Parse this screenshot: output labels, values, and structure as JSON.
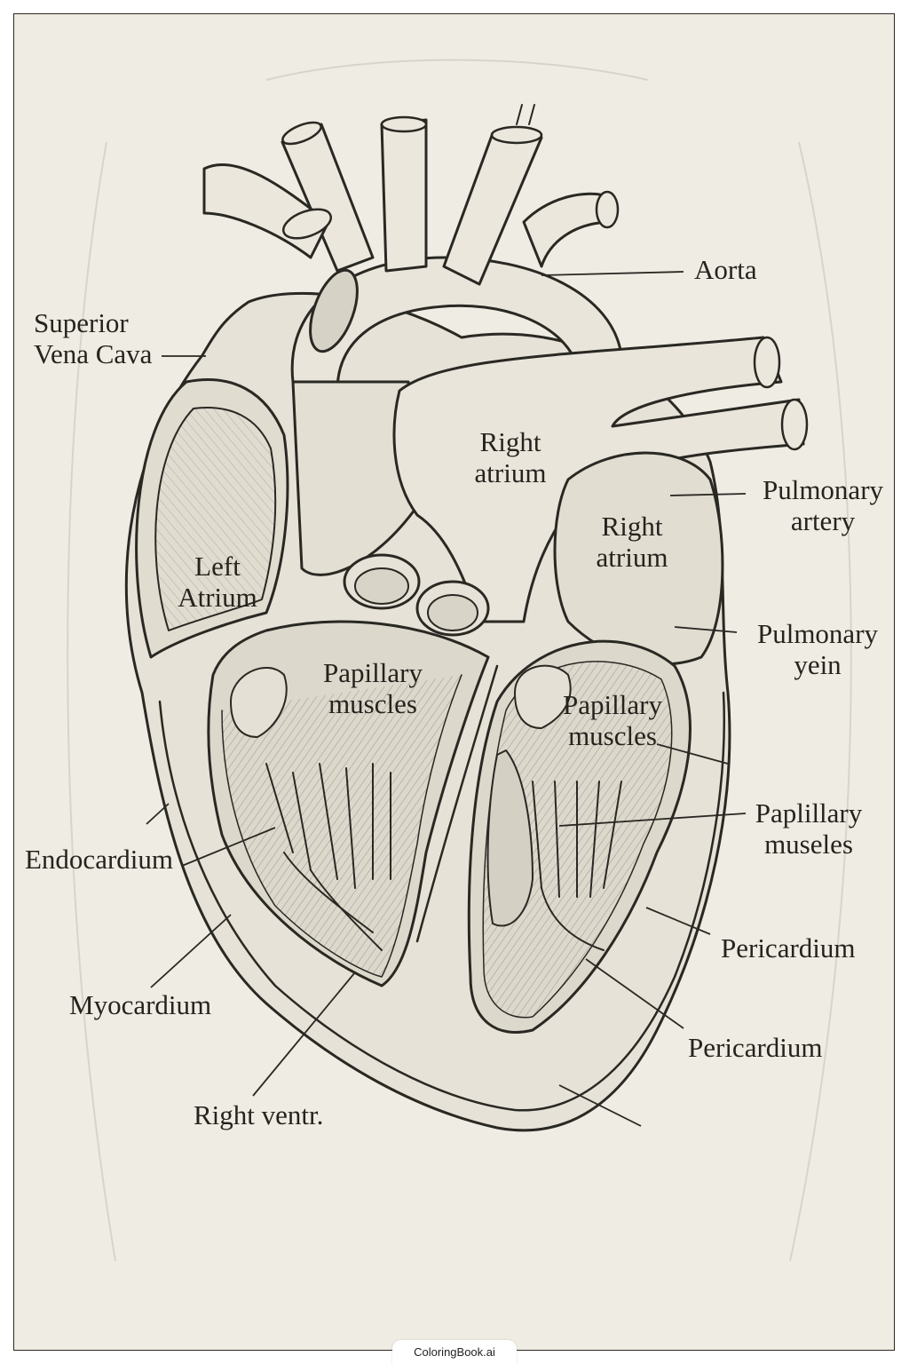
{
  "labels": {
    "aorta": "Aorta",
    "superior_vena_cava_line1": "Superior",
    "superior_vena_cava_line2": "Vena Cava",
    "right_atrium_center_line1": "Right",
    "right_atrium_center_line2": "atrium",
    "right_atrium_side_line1": "Right",
    "right_atrium_side_line2": "atrium",
    "left_atrium_line1": "Left",
    "left_atrium_line2": "Atrium",
    "pulmonary_artery_line1": "Pulmonary",
    "pulmonary_artery_line2": "artery",
    "pulmonary_vein_line1": "Pulmonary",
    "pulmonary_vein_line2": "yein",
    "papillary_left_line1": "Papillary",
    "papillary_left_line2": "muscles",
    "papillary_right_line1": "Papillary",
    "papillary_right_line2": "muscles",
    "paplillary_line1": "Paplillary",
    "paplillary_line2": "museles",
    "endocardium": "Endocardium",
    "myocardium": "Myocardium",
    "pericardium_upper": "Pericardium",
    "pericardium_lower": "Pericardium",
    "right_ventricle": "Right ventr."
  },
  "watermark": "ColoringBook.ai",
  "colors": {
    "paper": "#efece4",
    "ink": "#2a2823",
    "shade": "#d9d5ca"
  }
}
